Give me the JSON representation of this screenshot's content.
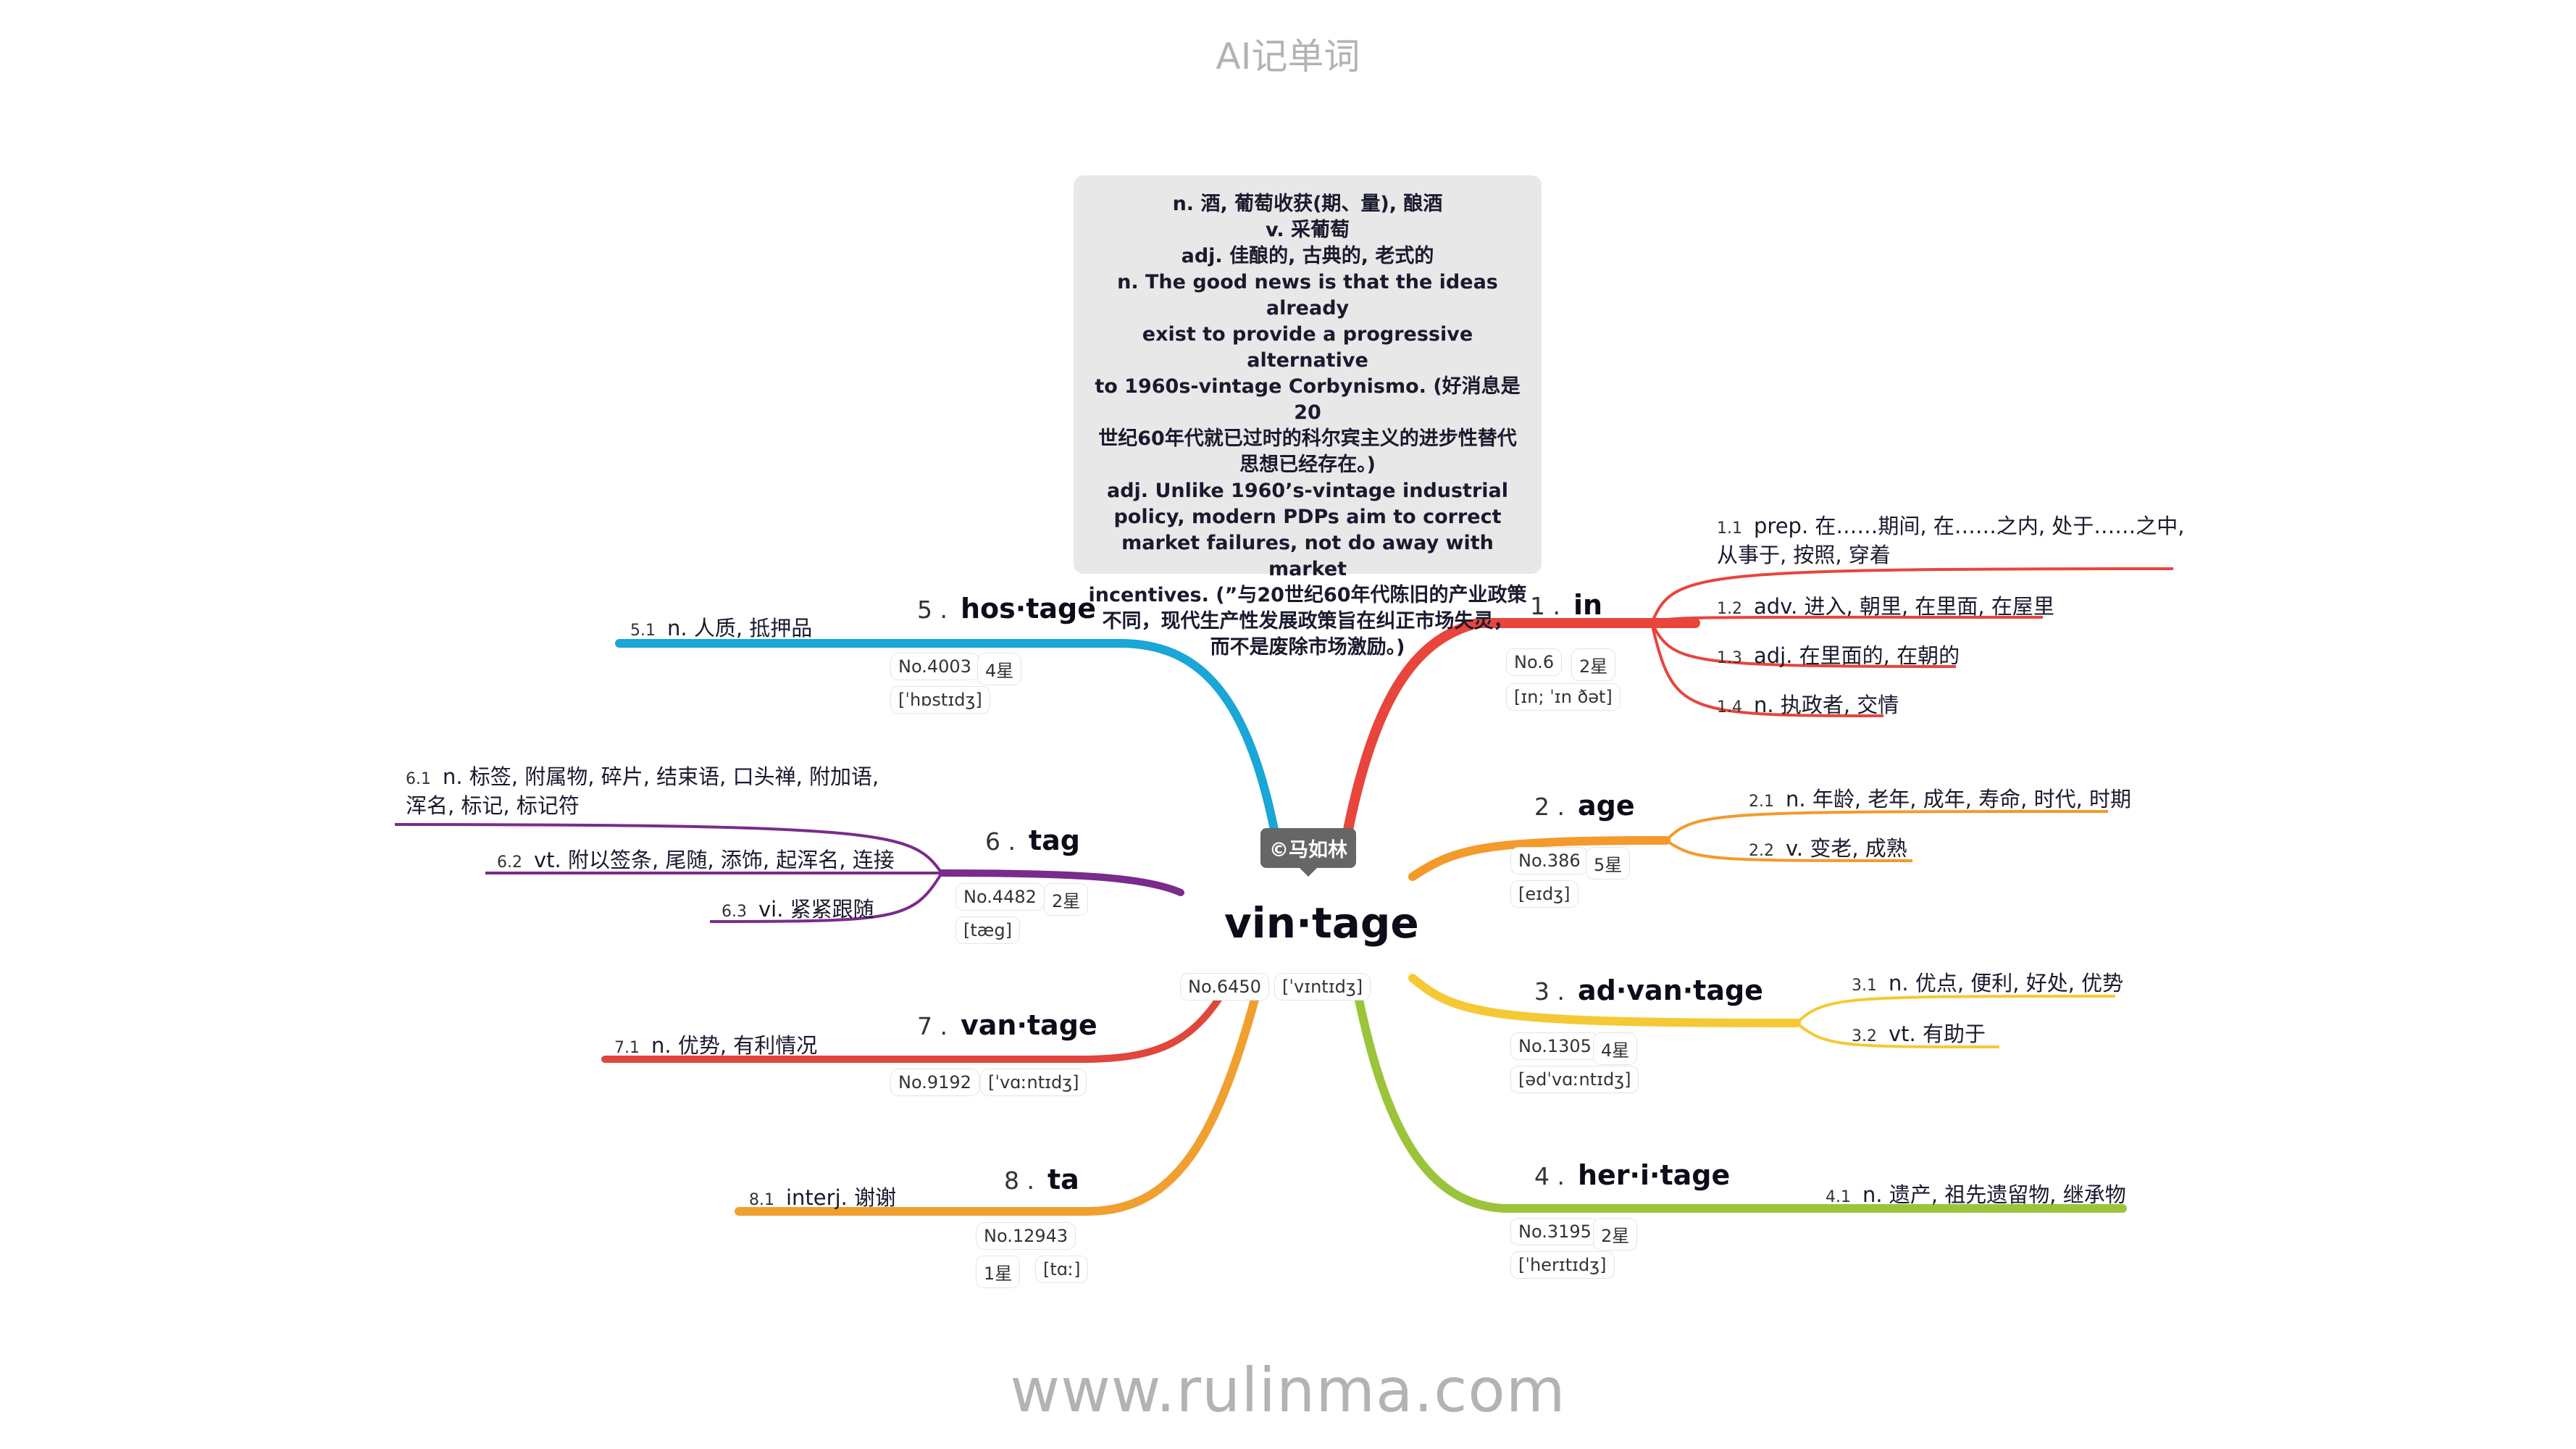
{
  "header": {
    "title": "AI记单词"
  },
  "footer": {
    "url": "www.rulinma.com"
  },
  "definition": {
    "lines": [
      "n. 酒, 葡萄收获(期、量), 酿酒",
      "v. 采葡萄",
      "adj. 佳酿的, 古典的, 老式的",
      "n. The good news is that the ideas already",
      "exist to provide a progressive alternative",
      "to 1960s-vintage Corbynismo. (好消息是20",
      "世纪60年代就已过时的科尔宾主义的进步性替代",
      "思想已经存在。)",
      "adj. Unlike 1960’s-vintage industrial",
      "policy, modern PDPs aim to correct",
      "market failures, not do away with market",
      "incentives. (”与20世纪60年代陈旧的产业政策",
      "不同，现代生产性发展政策旨在纠正市场失灵，",
      "而不是废除市场激励。)"
    ]
  },
  "center": {
    "word": "vin·tage",
    "no": "No.6450",
    "ipa": "[ˈvɪntɪdʒ]",
    "author": "©马如林"
  },
  "colors": {
    "red": "#e8453c",
    "orange": "#f39a2b",
    "yellow": "#f5c935",
    "green": "#9bc43b",
    "blue": "#1aa6d6",
    "purple": "#7a2b8c",
    "red2": "#e0463c",
    "orange2": "#f0a030"
  },
  "words": [
    {
      "id": 1,
      "idx": "1 .",
      "word": "in",
      "no": "No.6",
      "stars": "2星",
      "ipa": "[ɪn; ˈɪn ðət]",
      "senses": [
        {
          "num": "1.1",
          "text": "prep. 在……期间, 在……之内, 处于……之中, 从事于, 按照, 穿着"
        },
        {
          "num": "1.2",
          "text": "adv. 进入, 朝里, 在里面, 在屋里"
        },
        {
          "num": "1.3",
          "text": "adj. 在里面的, 在朝的"
        },
        {
          "num": "1.4",
          "text": "n. 执政者, 交情"
        }
      ]
    },
    {
      "id": 2,
      "idx": "2 .",
      "word": "age",
      "no": "No.386",
      "stars": "5星",
      "ipa": "[eɪdʒ]",
      "senses": [
        {
          "num": "2.1",
          "text": "n. 年龄, 老年, 成年, 寿命, 时代, 时期"
        },
        {
          "num": "2.2",
          "text": "v. 变老, 成熟"
        }
      ]
    },
    {
      "id": 3,
      "idx": "3 .",
      "word": "ad·van·tage",
      "no": "No.1305",
      "stars": "4星",
      "ipa": "[ədˈvɑːntɪdʒ]",
      "senses": [
        {
          "num": "3.1",
          "text": "n. 优点, 便利, 好处, 优势"
        },
        {
          "num": "3.2",
          "text": "vt. 有助于"
        }
      ]
    },
    {
      "id": 4,
      "idx": "4 .",
      "word": "her·i·tage",
      "no": "No.3195",
      "stars": "2星",
      "ipa": "[ˈherɪtɪdʒ]",
      "senses": [
        {
          "num": "4.1",
          "text": "n. 遗产, 祖先遗留物, 继承物"
        }
      ]
    },
    {
      "id": 5,
      "idx": "5 .",
      "word": "hos·tage",
      "no": "No.4003",
      "stars": "4星",
      "ipa": "[ˈhɒstɪdʒ]",
      "senses": [
        {
          "num": "5.1",
          "text": "n. 人质, 抵押品"
        }
      ]
    },
    {
      "id": 6,
      "idx": "6 .",
      "word": "tag",
      "no": "No.4482",
      "stars": "2星",
      "ipa": "[tæg]",
      "senses": [
        {
          "num": "6.1",
          "text": "n. 标签, 附属物, 碎片, 结束语, 口头禅, 附加语, 浑名, 标记, 标记符"
        },
        {
          "num": "6.2",
          "text": "vt. 附以签条, 尾随, 添饰, 起浑名, 连接"
        },
        {
          "num": "6.3",
          "text": "vi. 紧紧跟随"
        }
      ]
    },
    {
      "id": 7,
      "idx": "7 .",
      "word": "van·tage",
      "no": "No.9192",
      "stars": "",
      "ipa": "[ˈvɑːntɪdʒ]",
      "senses": [
        {
          "num": "7.1",
          "text": "n. 优势, 有利情况"
        }
      ]
    },
    {
      "id": 8,
      "idx": "8 .",
      "word": "ta",
      "no": "No.12943",
      "stars": "1星",
      "ipa": "[tɑː]",
      "senses": [
        {
          "num": "8.1",
          "text": "interj. 谢谢"
        }
      ]
    }
  ]
}
